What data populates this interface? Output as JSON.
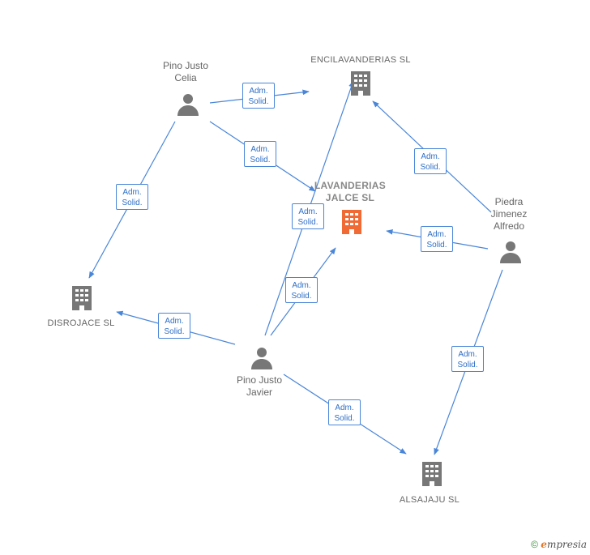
{
  "nodes": {
    "pino_justo_celia": {
      "label": "Pino Justo\nCelia",
      "kind": "person"
    },
    "encilavanderias": {
      "label": "ENCILAVANDERIAS SL",
      "kind": "company"
    },
    "lavanderias_jalce": {
      "label": "LAVANDERIAS\nJALCE  SL",
      "kind": "company",
      "focus": true
    },
    "piedra_jimenez_alfredo": {
      "label": "Piedra\nJimenez\nAlfredo",
      "kind": "person"
    },
    "disrojace": {
      "label": "DISROJACE  SL",
      "kind": "company"
    },
    "pino_justo_javier": {
      "label": "Pino Justo\nJavier",
      "kind": "person"
    },
    "alsajaju": {
      "label": "ALSAJAJU  SL",
      "kind": "company"
    }
  },
  "edges": [
    {
      "from": "pino_justo_celia",
      "to": "encilavanderias",
      "line1": "Adm.",
      "line2": "Solid."
    },
    {
      "from": "pino_justo_celia",
      "to": "lavanderias_jalce",
      "line1": "Adm.",
      "line2": "Solid."
    },
    {
      "from": "pino_justo_celia",
      "to": "disrojace",
      "line1": "Adm.",
      "line2": "Solid."
    },
    {
      "from": "piedra_jimenez_alfredo",
      "to": "encilavanderias",
      "line1": "Adm.",
      "line2": "Solid."
    },
    {
      "from": "piedra_jimenez_alfredo",
      "to": "lavanderias_jalce",
      "line1": "Adm.",
      "line2": "Solid."
    },
    {
      "from": "piedra_jimenez_alfredo",
      "to": "alsajaju",
      "line1": "Adm.",
      "line2": "Solid."
    },
    {
      "from": "pino_justo_javier",
      "to": "encilavanderias",
      "line1": "Adm.",
      "line2": "Solid."
    },
    {
      "from": "pino_justo_javier",
      "to": "lavanderias_jalce",
      "line1": "Adm.",
      "line2": "Solid."
    },
    {
      "from": "pino_justo_javier",
      "to": "disrojace",
      "line1": "Adm.",
      "line2": "Solid."
    },
    {
      "from": "pino_justo_javier",
      "to": "alsajaju",
      "line1": "Adm.",
      "line2": "Solid."
    }
  ],
  "colors": {
    "edge": "#4a86d8",
    "icon": "#777777",
    "focus_icon": "#f06a35"
  },
  "footer": {
    "copyright": "©",
    "brand_e": "e",
    "brand_rest": "mpresia"
  }
}
